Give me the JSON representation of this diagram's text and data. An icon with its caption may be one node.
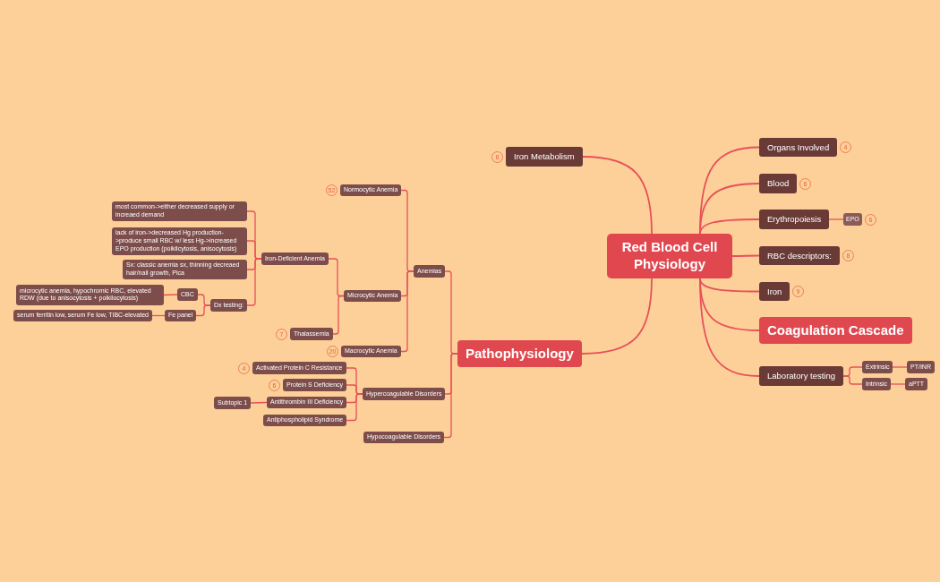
{
  "diagram": {
    "nodes": [
      {
        "text": [
          "Red Blood Cell Physiology"
        ]
      },
      {
        "text": [
          "Organs Involved"
        ],
        "beside": [
          "4"
        ]
      },
      {
        "text": [
          "Blood"
        ],
        "beside": [
          "6"
        ]
      },
      {
        "text": [
          "Erythropoiesis"
        ]
      },
      {
        "text": [
          "EPO"
        ],
        "beside": [
          "6"
        ]
      },
      {
        "text": [
          "RBC descriptors:"
        ],
        "beside": [
          "8"
        ]
      },
      {
        "text": [
          "Iron"
        ],
        "beside": [
          "9"
        ]
      },
      {
        "text": [
          "Coagulation Cascade"
        ]
      },
      {
        "text": [
          "Laboratory testing"
        ]
      },
      {
        "text": [
          "Extrinsic"
        ]
      },
      {
        "text": [
          "PT/INR"
        ]
      },
      {
        "text": [
          "Intrinsic"
        ]
      },
      {
        "text": [
          "aPTT"
        ]
      },
      {
        "text": [
          "Iron Metabolism"
        ],
        "beside": [
          "8"
        ]
      },
      {
        "text": [
          "Pathophysiology"
        ]
      },
      {
        "text": [
          "Anemias"
        ]
      },
      {
        "text": [
          "Normocytic Anemia"
        ],
        "beside": [
          "52"
        ]
      },
      {
        "text": [
          "Microcytic Anemia"
        ]
      },
      {
        "text": [
          "Iron-Deficient Anemia"
        ]
      },
      {
        "text": [
          "most common->either decreased supply or increaed demand"
        ]
      },
      {
        "text": [
          "lack of iron->decreased Hg production->produce small RBC w/ less Hg->increased EPO production (poikilcytosis, anisocytosis)"
        ]
      },
      {
        "text": [
          "Sx: classic anemia sx, thinning decreaed hair/nail growth, Pica"
        ]
      },
      {
        "text": [
          "Dx testing:"
        ]
      },
      {
        "text": [
          "CBC"
        ]
      },
      {
        "text": [
          "microcytic anemia, hypochromic RBC, elevated RDW (due to anisocytosis + poikilocytosis)"
        ]
      },
      {
        "text": [
          "Fe panel"
        ]
      },
      {
        "text": [
          "serum ferritin low, serum Fe low, TIBC-elevated"
        ]
      },
      {
        "text": [
          "Thalassemia"
        ],
        "beside": [
          "7"
        ]
      },
      {
        "text": [
          "Macrocytic Anemia"
        ],
        "beside": [
          "20"
        ]
      },
      {
        "text": [
          "Hypercoagulable Disorders"
        ]
      },
      {
        "text": [
          "Activated Protein C Resistance"
        ],
        "beside": [
          "4"
        ]
      },
      {
        "text": [
          "Protein S Deficiency"
        ],
        "beside": [
          "6"
        ]
      },
      {
        "text": [
          "Antithrombin III Deficiency"
        ]
      },
      {
        "text": [
          "Subtopic 1"
        ]
      },
      {
        "text": [
          "Antiphospholipid Syndrome"
        ]
      },
      {
        "text": [
          "Hypocoagulable Disorders"
        ]
      }
    ],
    "edges": [
      {
        "from": 0,
        "to": 1,
        "arrow": "none"
      },
      {
        "from": 0,
        "to": 2,
        "arrow": "none"
      },
      {
        "from": 0,
        "to": 3,
        "arrow": "none"
      },
      {
        "from": 3,
        "to": 4,
        "arrow": "none"
      },
      {
        "from": 0,
        "to": 5,
        "arrow": "none"
      },
      {
        "from": 0,
        "to": 6,
        "arrow": "none"
      },
      {
        "from": 0,
        "to": 7,
        "arrow": "none"
      },
      {
        "from": 0,
        "to": 8,
        "arrow": "none"
      },
      {
        "from": 8,
        "to": 9,
        "arrow": "none"
      },
      {
        "from": 9,
        "to": 10,
        "arrow": "none"
      },
      {
        "from": 8,
        "to": 11,
        "arrow": "none"
      },
      {
        "from": 11,
        "to": 12,
        "arrow": "none"
      },
      {
        "from": 0,
        "to": 13,
        "arrow": "none"
      },
      {
        "from": 0,
        "to": 14,
        "arrow": "none"
      },
      {
        "from": 14,
        "to": 15,
        "arrow": "none"
      },
      {
        "from": 15,
        "to": 16,
        "arrow": "none"
      },
      {
        "from": 15,
        "to": 17,
        "arrow": "none"
      },
      {
        "from": 17,
        "to": 18,
        "arrow": "none"
      },
      {
        "from": 18,
        "to": 19,
        "arrow": "none"
      },
      {
        "from": 18,
        "to": 20,
        "arrow": "none"
      },
      {
        "from": 18,
        "to": 21,
        "arrow": "none"
      },
      {
        "from": 18,
        "to": 22,
        "arrow": "none"
      },
      {
        "from": 22,
        "to": 23,
        "arrow": "none"
      },
      {
        "from": 23,
        "to": 24,
        "arrow": "none"
      },
      {
        "from": 22,
        "to": 25,
        "arrow": "none"
      },
      {
        "from": 25,
        "to": 26,
        "arrow": "none"
      },
      {
        "from": 17,
        "to": 27,
        "arrow": "none"
      },
      {
        "from": 15,
        "to": 28,
        "arrow": "none"
      },
      {
        "from": 14,
        "to": 29,
        "arrow": "none"
      },
      {
        "from": 29,
        "to": 30,
        "arrow": "none"
      },
      {
        "from": 29,
        "to": 31,
        "arrow": "none"
      },
      {
        "from": 29,
        "to": 32,
        "arrow": "none"
      },
      {
        "from": 32,
        "to": 33,
        "arrow": "none"
      },
      {
        "from": 29,
        "to": 34,
        "arrow": "none"
      },
      {
        "from": 14,
        "to": 35,
        "arrow": "none"
      }
    ]
  }
}
